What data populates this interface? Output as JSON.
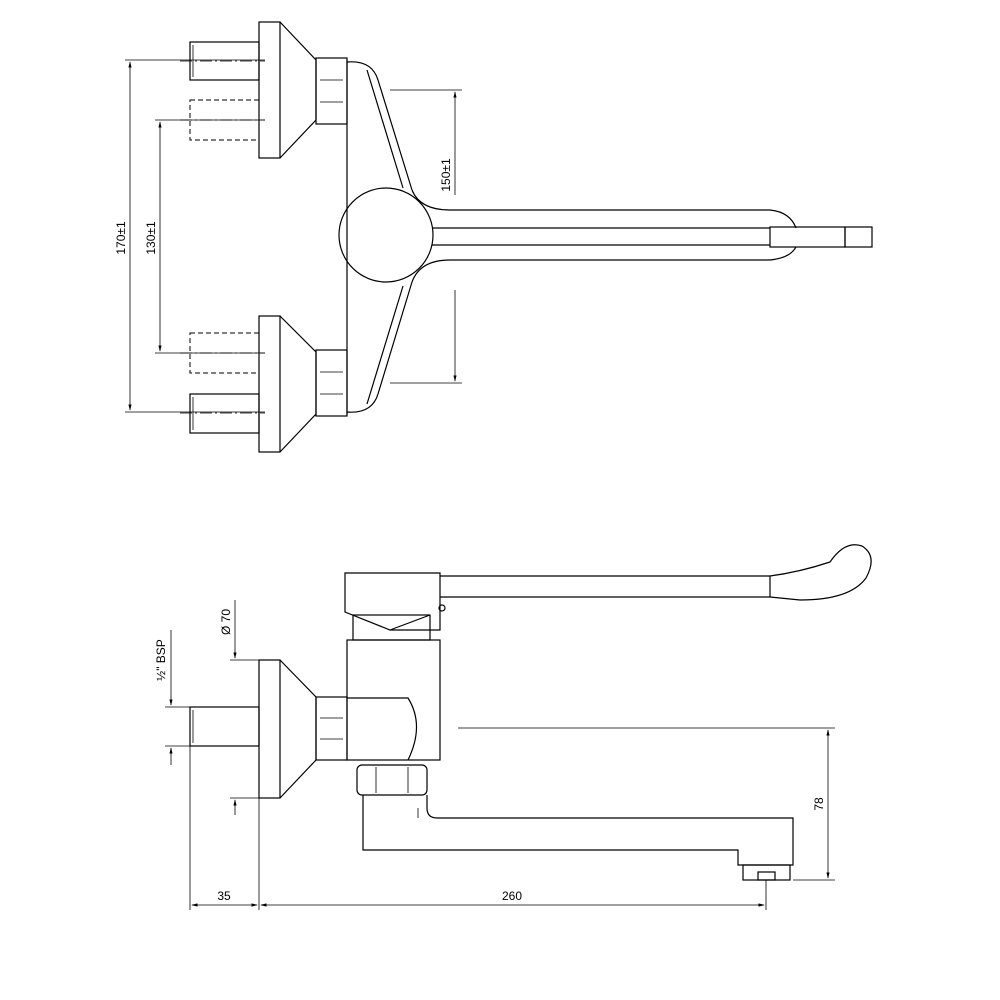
{
  "drawing": {
    "top_view": {
      "dim_inlet_spacing_outer": "170±1",
      "dim_inlet_spacing_inner": "130±1",
      "dim_arm_spacing": "150±1"
    },
    "side_view": {
      "dim_flange_diameter": "Ø 70",
      "dim_thread": "½\" BSP",
      "dim_inlet_length": "35",
      "dim_spout_reach": "260",
      "dim_spout_height": "78"
    }
  }
}
